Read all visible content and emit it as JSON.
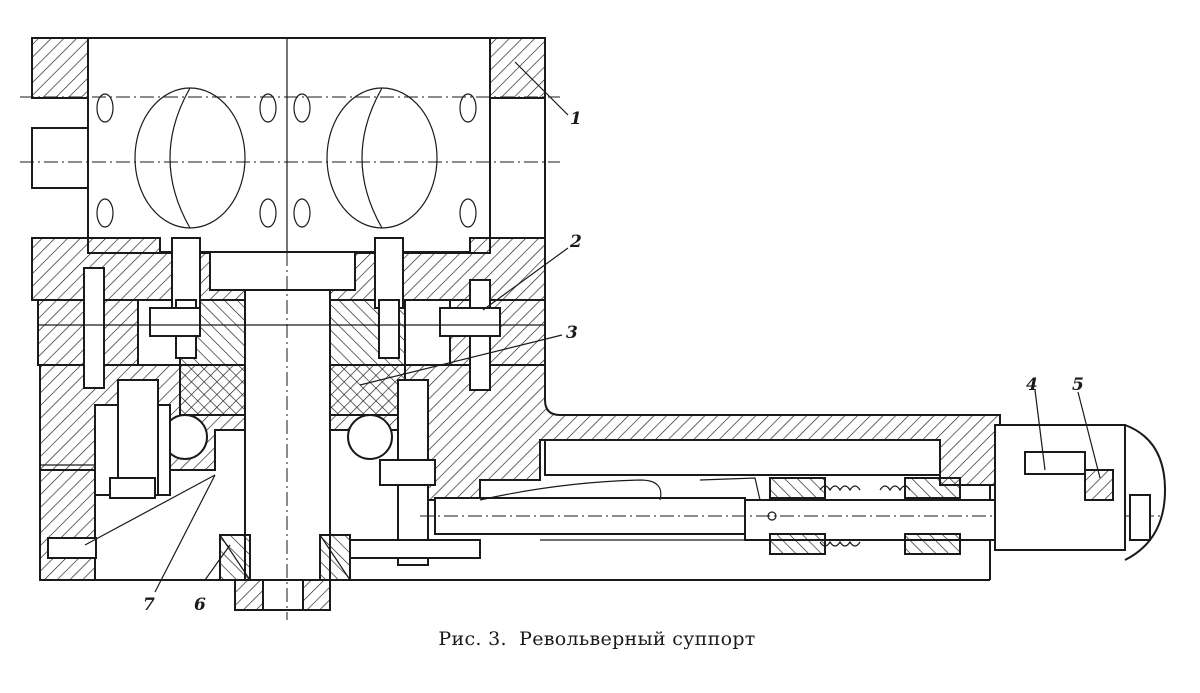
{
  "figure": {
    "caption_number": "Рис. 3.",
    "caption_title": "Револьверный суппорт"
  },
  "callouts": [
    {
      "id": "1",
      "text": "1"
    },
    {
      "id": "2",
      "text": "2"
    },
    {
      "id": "3",
      "text": "3"
    },
    {
      "id": "4",
      "text": "4"
    },
    {
      "id": "5",
      "text": "5"
    },
    {
      "id": "6",
      "text": "6"
    },
    {
      "id": "7",
      "text": "7"
    }
  ]
}
